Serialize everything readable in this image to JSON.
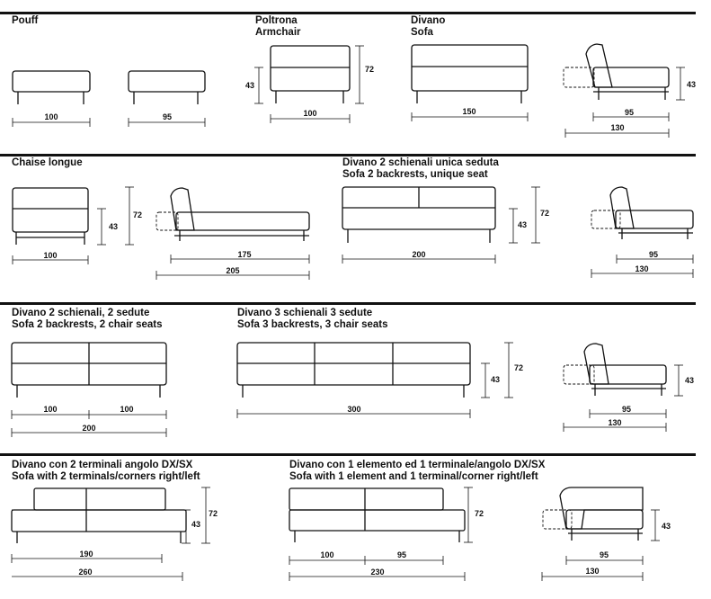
{
  "sections": [
    {
      "titles": [
        "Pouff"
      ]
    },
    {
      "titles": [
        "Poltrona",
        "Armchair"
      ]
    },
    {
      "titles": [
        "Divano",
        "Sofa"
      ]
    },
    {
      "titles": [
        "Chaise longue"
      ]
    },
    {
      "titles": [
        "Divano 2 schienali unica seduta",
        "Sofa 2 backrests, unique seat"
      ]
    },
    {
      "titles": [
        "Divano 2 schienali, 2 sedute",
        "Sofa 2 backrests, 2 chair seats"
      ]
    },
    {
      "titles": [
        "Divano 3 schienali 3 sedute",
        "Sofa 3 backrests, 3 chair seats"
      ]
    },
    {
      "titles": [
        "Divano con 2 terminali angolo DX/SX",
        "Sofa with 2 terminals/corners right/left"
      ]
    },
    {
      "titles": [
        "Divano con 1 elemento ed 1 terminale/angolo DX/SX",
        "Sofa with 1 element and 1 terminal/corner right/left"
      ]
    }
  ],
  "dimensions": {
    "pouff_100": "100",
    "pouff_95": "95",
    "armchair_width": "100",
    "armchair_seat_h": "43",
    "armchair_total_h": "72",
    "sofa_width": "150",
    "sofa_side_seat_h": "43",
    "sofa_side_depth": "95",
    "sofa_side_open": "130",
    "chaise_width": "100",
    "chaise_seat_h": "43",
    "chaise_total_h": "72",
    "chaise_len": "175",
    "chaise_open": "205",
    "sofa2u_width": "200",
    "sofa2u_seat_h": "43",
    "sofa2u_total_h": "72",
    "sofa2u_depth": "95",
    "sofa2u_open": "130",
    "sofa2s_seat1": "100",
    "sofa2s_seat2": "100",
    "sofa2s_total": "200",
    "sofa3_width": "300",
    "sofa3_seat_h": "43",
    "sofa3_total_h": "72",
    "sofa3_side_seat_h": "43",
    "sofa3_depth": "95",
    "sofa3_open": "130",
    "term2_inner": "190",
    "term2_total": "260",
    "term2_seat_h": "43",
    "term2_total_h": "72",
    "term1_elem": "100",
    "term1_term": "95",
    "term1_total": "230",
    "term1_total_h": "72",
    "term1_side_seat_h": "43",
    "term1_depth": "95",
    "term1_open": "130"
  }
}
